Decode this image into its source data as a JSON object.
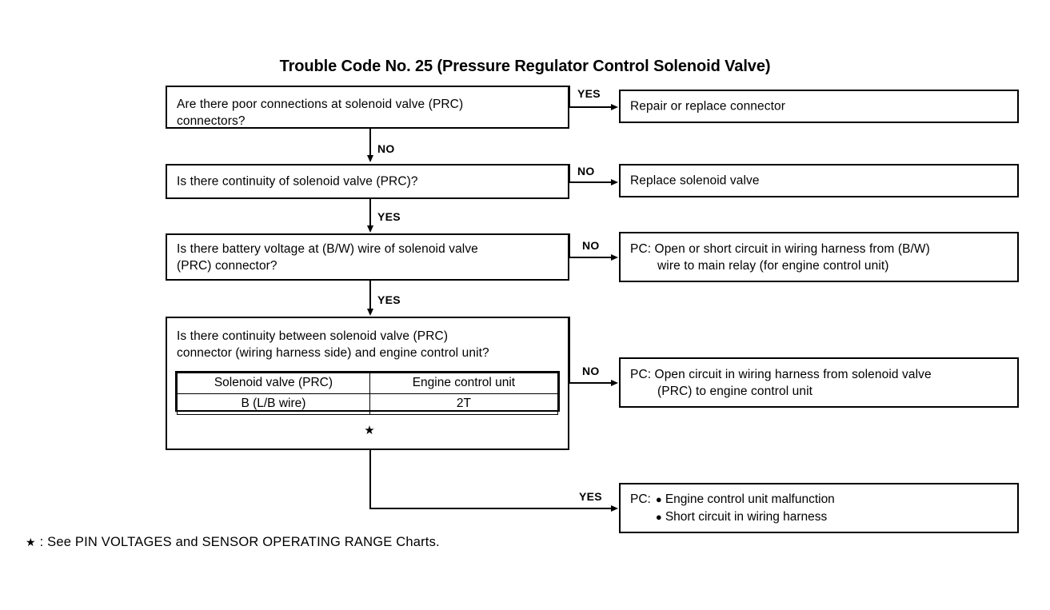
{
  "title": "Trouble Code No. 25 (Pressure Regulator Control Solenoid Valve)",
  "decisions": [
    {
      "id": "q1",
      "line1": "Are there poor connections at solenoid valve (PRC)",
      "line2": "connectors?",
      "branch_label": "YES",
      "down_label": "NO"
    },
    {
      "id": "q2",
      "line1": "Is there continuity of solenoid valve (PRC)?",
      "line2": "",
      "branch_label": "NO",
      "down_label": "YES"
    },
    {
      "id": "q3",
      "line1": "Is there battery voltage at (B/W) wire of solenoid valve",
      "line2": "(PRC) connector?",
      "branch_label": "NO",
      "down_label": "YES"
    },
    {
      "id": "q4",
      "line1": "Is there continuity between solenoid valve (PRC)",
      "line2": "connector (wiring harness side) and engine control unit?",
      "branch_label": "NO",
      "down_label": "YES"
    }
  ],
  "results": [
    {
      "id": "r1",
      "text": "Repair or replace connector"
    },
    {
      "id": "r2",
      "text": "Replace solenoid valve"
    },
    {
      "id": "r3",
      "line1": "PC: Open or short circuit in wiring harness from (B/W)",
      "line2": "wire to main relay (for engine control unit)"
    },
    {
      "id": "r4",
      "line1": "PC: Open circuit in wiring harness from solenoid valve",
      "line2": "(PRC) to engine control unit"
    },
    {
      "id": "r5",
      "label": "PC:",
      "bullets": [
        "Engine control unit malfunction",
        "Short circuit in wiring harness"
      ]
    }
  ],
  "pin_table": {
    "headers": [
      "Solenoid valve (PRC)",
      "Engine control unit"
    ],
    "rows": [
      [
        "B (L/B wire)",
        "2T"
      ]
    ],
    "star": "★"
  },
  "footnote": {
    "star": "★",
    "separator": ":",
    "text": "See PIN VOLTAGES and SENSOR OPERATING RANGE Charts."
  },
  "colors": {
    "ink": "#000000",
    "paper": "#ffffff"
  }
}
